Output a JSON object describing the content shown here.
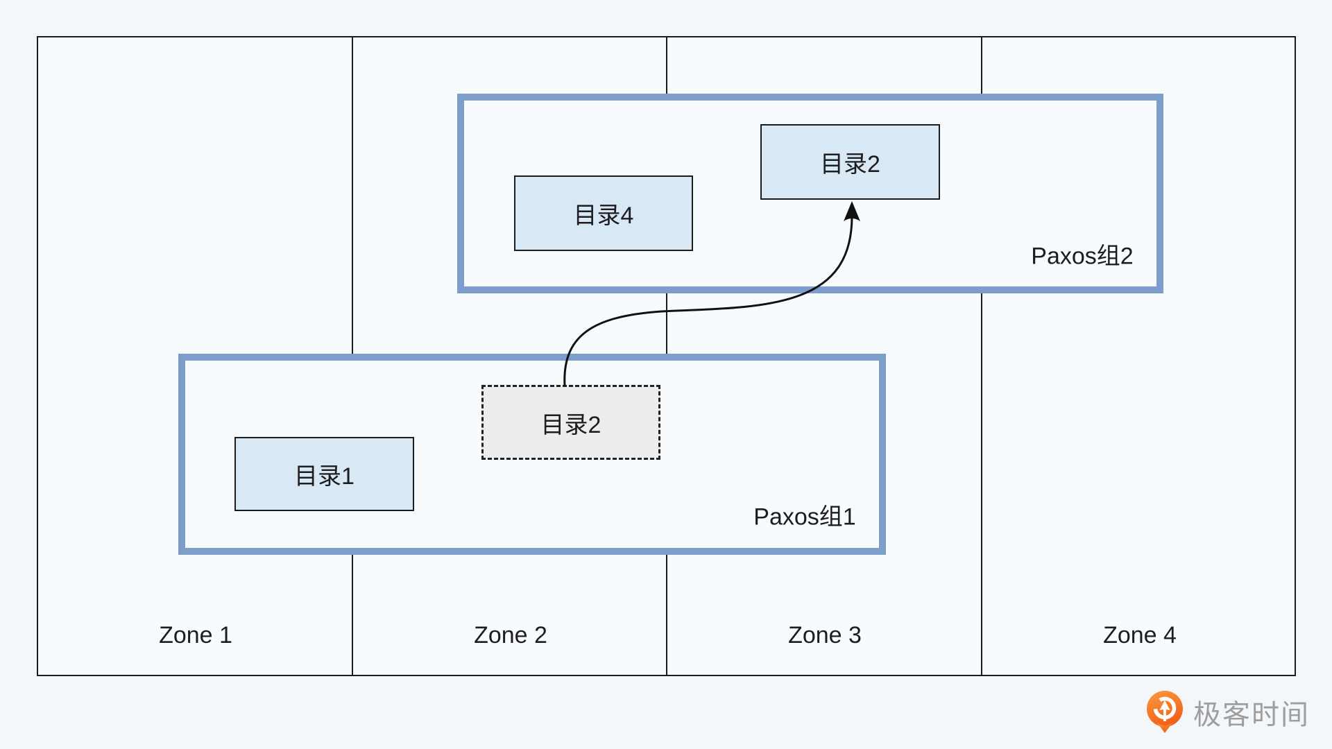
{
  "zones": [
    {
      "label": "Zone 1"
    },
    {
      "label": "Zone 2"
    },
    {
      "label": "Zone 3"
    },
    {
      "label": "Zone 4"
    }
  ],
  "groups": {
    "paxos2": {
      "label": "Paxos组2",
      "boxes": {
        "dir4": {
          "label": "目录4"
        },
        "dir2": {
          "label": "目录2"
        }
      }
    },
    "paxos1": {
      "label": "Paxos组1",
      "boxes": {
        "dir1": {
          "label": "目录1"
        },
        "dir2_dashed": {
          "label": "目录2"
        }
      }
    }
  },
  "arrow": {
    "from": "dir2_dashed",
    "to": "dir2"
  },
  "branding": {
    "logo_text": "极客时间",
    "logo_icon": "geektime-pin-icon"
  },
  "colors": {
    "page_background": "#f3f7fa",
    "canvas_background": "#f8fbfd",
    "line_black": "#1b1b1b",
    "group_border_blue": "#7d9ecb",
    "dir_box_fill": "#d9e8f5",
    "dashed_box_fill": "#ededed",
    "logo_orange_top": "#fb9a3c",
    "logo_orange_bottom": "#f1611d",
    "logo_text_gray": "#9e9e9e"
  }
}
